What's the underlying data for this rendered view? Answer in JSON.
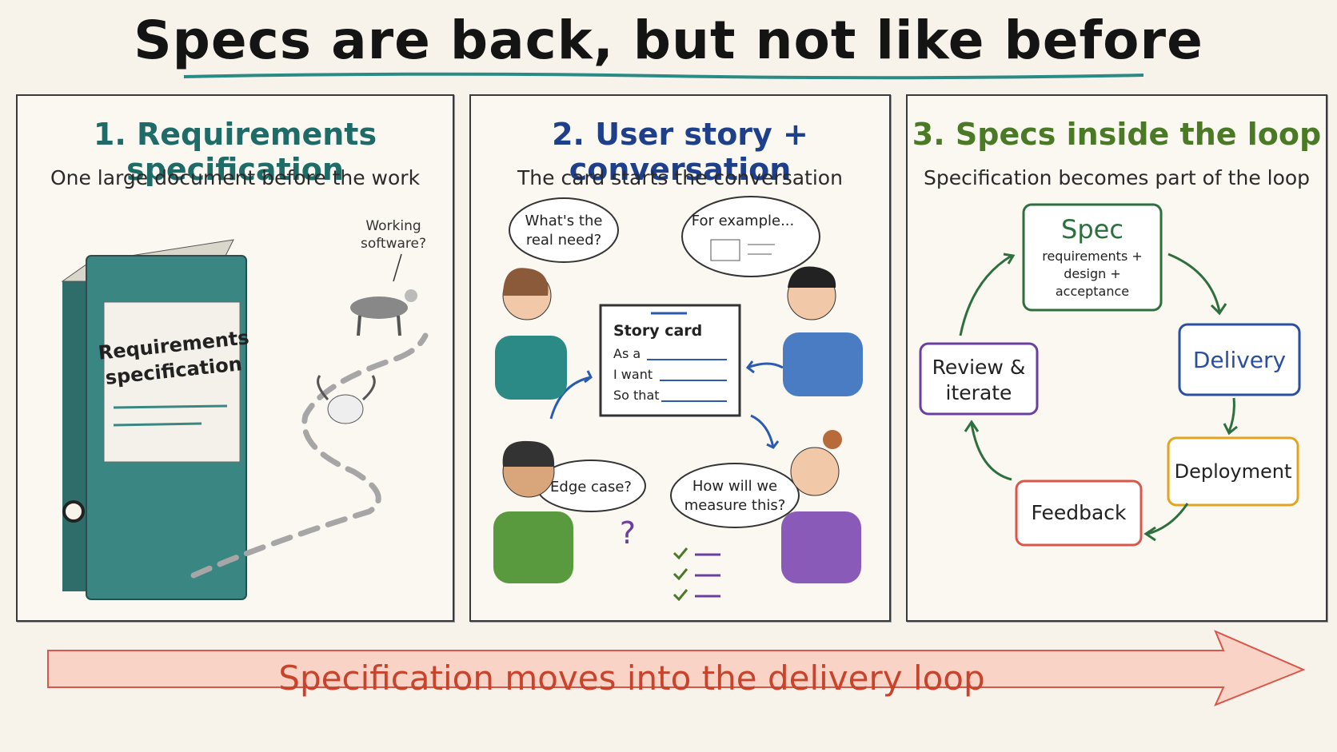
{
  "title": "Specs are back, but not like before",
  "panel1": {
    "title": "1. Requirements specification",
    "subtitle": "One large document before the work",
    "binder_label_line1": "Requirements",
    "binder_label_line2": "specification",
    "callout_line1": "Working",
    "callout_line2": "software?"
  },
  "panel2": {
    "title": "2. User story + conversation",
    "subtitle": "The card starts the conversation",
    "bubble_real_need_line1": "What's the",
    "bubble_real_need_line2": "real need?",
    "bubble_example": "For example...",
    "bubble_edge_case": "Edge case?",
    "bubble_measure_line1": "How will we",
    "bubble_measure_line2": "measure this?",
    "card_title": "Story card",
    "card_line1": "As a",
    "card_line2": "I want",
    "card_line3": "So that",
    "question_mark": "?"
  },
  "panel3": {
    "title": "3. Specs inside the loop",
    "subtitle": "Specification becomes part of the loop",
    "spec_title": "Spec",
    "spec_line1": "requirements +",
    "spec_line2": "design +",
    "spec_line3": "acceptance",
    "delivery": "Delivery",
    "deployment": "Deployment",
    "feedback": "Feedback",
    "review_line1": "Review &",
    "review_line2": "iterate"
  },
  "banner": "Specification moves into the delivery loop",
  "colors": {
    "teal": "#1f6b68",
    "blue": "#1e3f8a",
    "green": "#4a7a25",
    "orange_red": "#c9432c",
    "delivery_box": "#2a4fa0",
    "deployment_box": "#e0a520",
    "feedback_box": "#d9564a",
    "review_box": "#6a3fa0",
    "spec_box": "#2e6f3e"
  }
}
